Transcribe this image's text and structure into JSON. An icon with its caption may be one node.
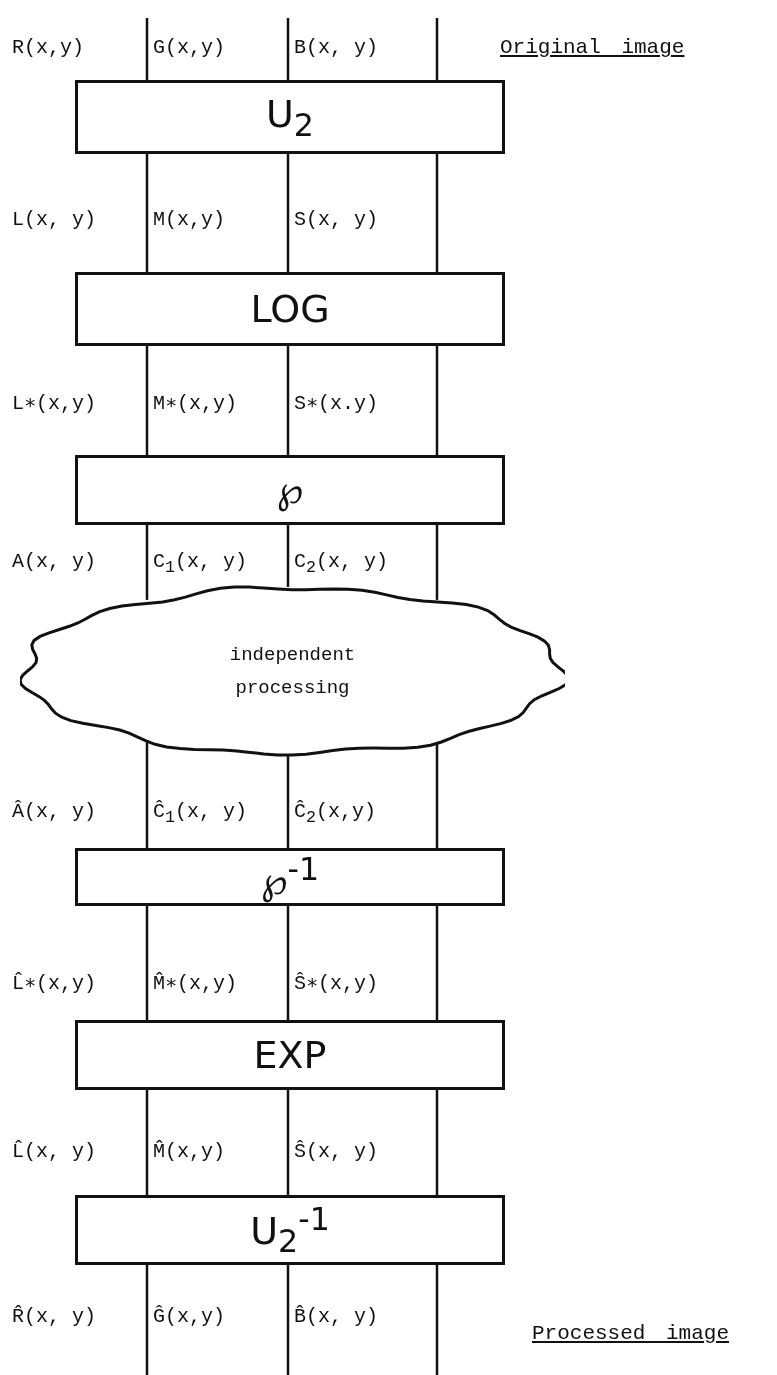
{
  "diagram": {
    "nodes": [
      {
        "text": [
          "U$_{2}$"
        ]
      },
      {
        "text": [
          "LOG"
        ]
      },
      {
        "text": [
          "℘"
        ]
      },
      {
        "text": [
          "independent processing"
        ]
      },
      {
        "text": [
          "℘$^{-1}$"
        ]
      },
      {
        "text": [
          "EXP"
        ]
      },
      {
        "text": [
          "U$_{2}$$^{-1}$"
        ]
      }
    ],
    "edges": [
      {
        "from": null,
        "to": 0,
        "arrow": "none"
      },
      {
        "from": null,
        "to": 0,
        "arrow": "none"
      },
      {
        "from": null,
        "to": 0,
        "arrow": "none"
      },
      {
        "from": 0,
        "to": 1,
        "arrow": "none"
      },
      {
        "from": 0,
        "to": 1,
        "arrow": "none"
      },
      {
        "from": 0,
        "to": 1,
        "arrow": "none"
      },
      {
        "from": 1,
        "to": 2,
        "arrow": "none"
      },
      {
        "from": 1,
        "to": 2,
        "arrow": "none"
      },
      {
        "from": 1,
        "to": 2,
        "arrow": "none"
      },
      {
        "from": 2,
        "to": 3,
        "arrow": "none"
      },
      {
        "from": 2,
        "to": 3,
        "arrow": "none"
      },
      {
        "from": 2,
        "to": 3,
        "arrow": "none"
      },
      {
        "from": 3,
        "to": 4,
        "arrow": "none"
      },
      {
        "from": 3,
        "to": 4,
        "arrow": "none"
      },
      {
        "from": 3,
        "to": 4,
        "arrow": "none"
      },
      {
        "from": 4,
        "to": 5,
        "arrow": "none"
      },
      {
        "from": 4,
        "to": 5,
        "arrow": "none"
      },
      {
        "from": 4,
        "to": 5,
        "arrow": "none"
      },
      {
        "from": 5,
        "to": 6,
        "arrow": "none"
      },
      {
        "from": 5,
        "to": 6,
        "arrow": "none"
      },
      {
        "from": 5,
        "to": 6,
        "arrow": "none"
      },
      {
        "from": 6,
        "to": null,
        "arrow": "none"
      },
      {
        "from": 6,
        "to": null,
        "arrow": "none"
      },
      {
        "from": 6,
        "to": null,
        "arrow": "none"
      }
    ],
    "labels": [
      "R(x,y)",
      "G(x,y)",
      "B(x, y)",
      "Original image",
      "L(x, y)",
      "M(x,y)",
      "S(x, y)",
      "L∗(x,y)",
      "M∗(x,y)",
      "S∗(x.y)",
      "A(x, y)",
      "C$_{1}$(x, y)",
      "C$_{2}$(x, y)",
      "Â(x, y)",
      "Ĉ$_{1}$(x, y)",
      "Ĉ$_{2}$(x,y)",
      "L̂∗(x,y)",
      "M̂∗(x,y)",
      "Ŝ∗(x,y)",
      "L̂(x, y)",
      "M̂(x,y)",
      "Ŝ(x, y)",
      "R̂(x, y)",
      "Ĝ(x,y)",
      "B̂(x, y)",
      "Processed image"
    ]
  }
}
